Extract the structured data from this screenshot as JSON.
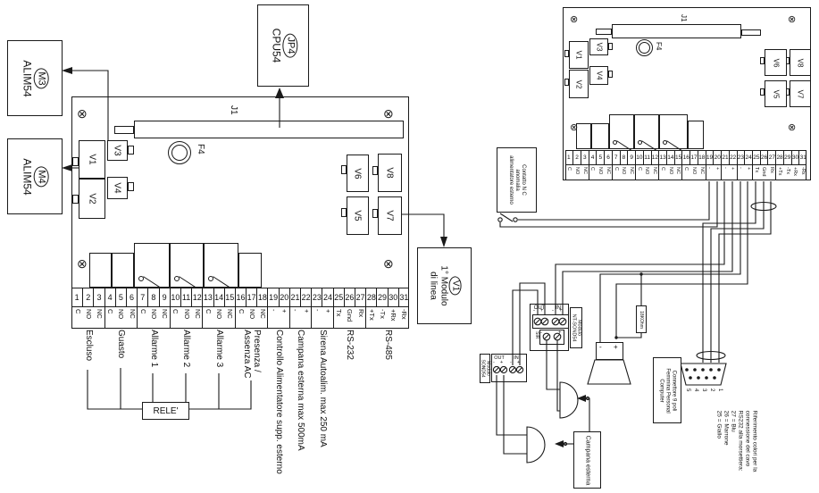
{
  "icons": {
    "corner_screw": "⊗"
  },
  "terminals": {
    "numbers": [
      "1",
      "2",
      "3",
      "4",
      "5",
      "6",
      "7",
      "8",
      "9",
      "10",
      "11",
      "12",
      "13",
      "14",
      "15",
      "16",
      "17",
      "18",
      "19",
      "20",
      "21",
      "22",
      "23",
      "24",
      "25",
      "26",
      "27",
      "28",
      "29",
      "30",
      "31"
    ],
    "subs": [
      "C",
      "NO",
      "NC",
      "C",
      "NO",
      "NC",
      "C",
      "NO",
      "NC",
      "C",
      "NO",
      "NC",
      "C",
      "NO",
      "NC",
      "C",
      "NO",
      "NC",
      "-",
      "+",
      "-",
      "+",
      "-",
      "+",
      "Tx",
      "Gnd",
      "Rx",
      "+Tx",
      "-Tx",
      "+Rx",
      "-Rx"
    ]
  },
  "boards": {
    "left": {
      "connector_label": "J1",
      "fuse_label": "F4",
      "components": {
        "v1": "V1",
        "v2": "V2",
        "v3": "V3",
        "v4": "V4",
        "v5": "V5",
        "v6": "V6",
        "v7": "V7",
        "v8": "V8"
      },
      "bottom_labels": [
        [
          "Escluso"
        ],
        [
          "Guasto"
        ],
        [
          "Allarme 1"
        ],
        [
          "Allarme 2"
        ],
        [
          "Allarme 3"
        ],
        [
          "Presenza /",
          "Assenza AC"
        ],
        [
          "Controllo Alimentatore supp. esterno"
        ],
        [
          "Campana esterna max 500mA"
        ],
        [
          "Sirena Autoalim. max 250 mA"
        ],
        [
          "RS-232"
        ],
        [
          "RS-485"
        ]
      ],
      "relay_box_label": "RELE'"
    },
    "right": {
      "connector_label": "J1",
      "fuse_label": "F4",
      "components": {
        "v1": "V1",
        "v2": "V2",
        "v3": "V3",
        "v4": "V4",
        "v5": "V5",
        "v6": "V6",
        "v7": "V7",
        "v8": "V8"
      }
    }
  },
  "external": {
    "alim_m3": {
      "circle": "M3",
      "label": "ALIM54"
    },
    "alim_m4": {
      "circle": "M4",
      "label": "ALIM54"
    },
    "cpu": {
      "circle": "JP4",
      "label": "CPU54"
    },
    "line_module": {
      "circle": "V1",
      "lines": [
        "1° Modulo",
        "di linea"
      ]
    }
  },
  "annotations": {
    "contatto_lines": [
      "Contatto N C",
      "anomalia",
      "alimentatore esterno"
    ],
    "nt_module_lines": [
      "Modulo",
      "NT-SOND54"
    ],
    "sond_module_lines": [
      "Modulo",
      "SOND54"
    ],
    "campana_box": "Campana esterna",
    "resistor_value": "18KOhm",
    "connettore_lines": [
      "Connettore 9 poli",
      "Femmina Personal",
      "Computer"
    ],
    "rs232_ref_lines": [
      "Riferimento colori per la",
      "connessione del cavo",
      "RS232 alla morsettiera:",
      "27 = Blu",
      "26 = Marrone",
      "25 = Giallo"
    ],
    "db9_pins": [
      "1",
      "2",
      "3",
      "4",
      "5"
    ],
    "port_out": "OUT",
    "port_in": "IN",
    "sir_label": "SIR",
    "minus": "-",
    "plus": "+"
  }
}
